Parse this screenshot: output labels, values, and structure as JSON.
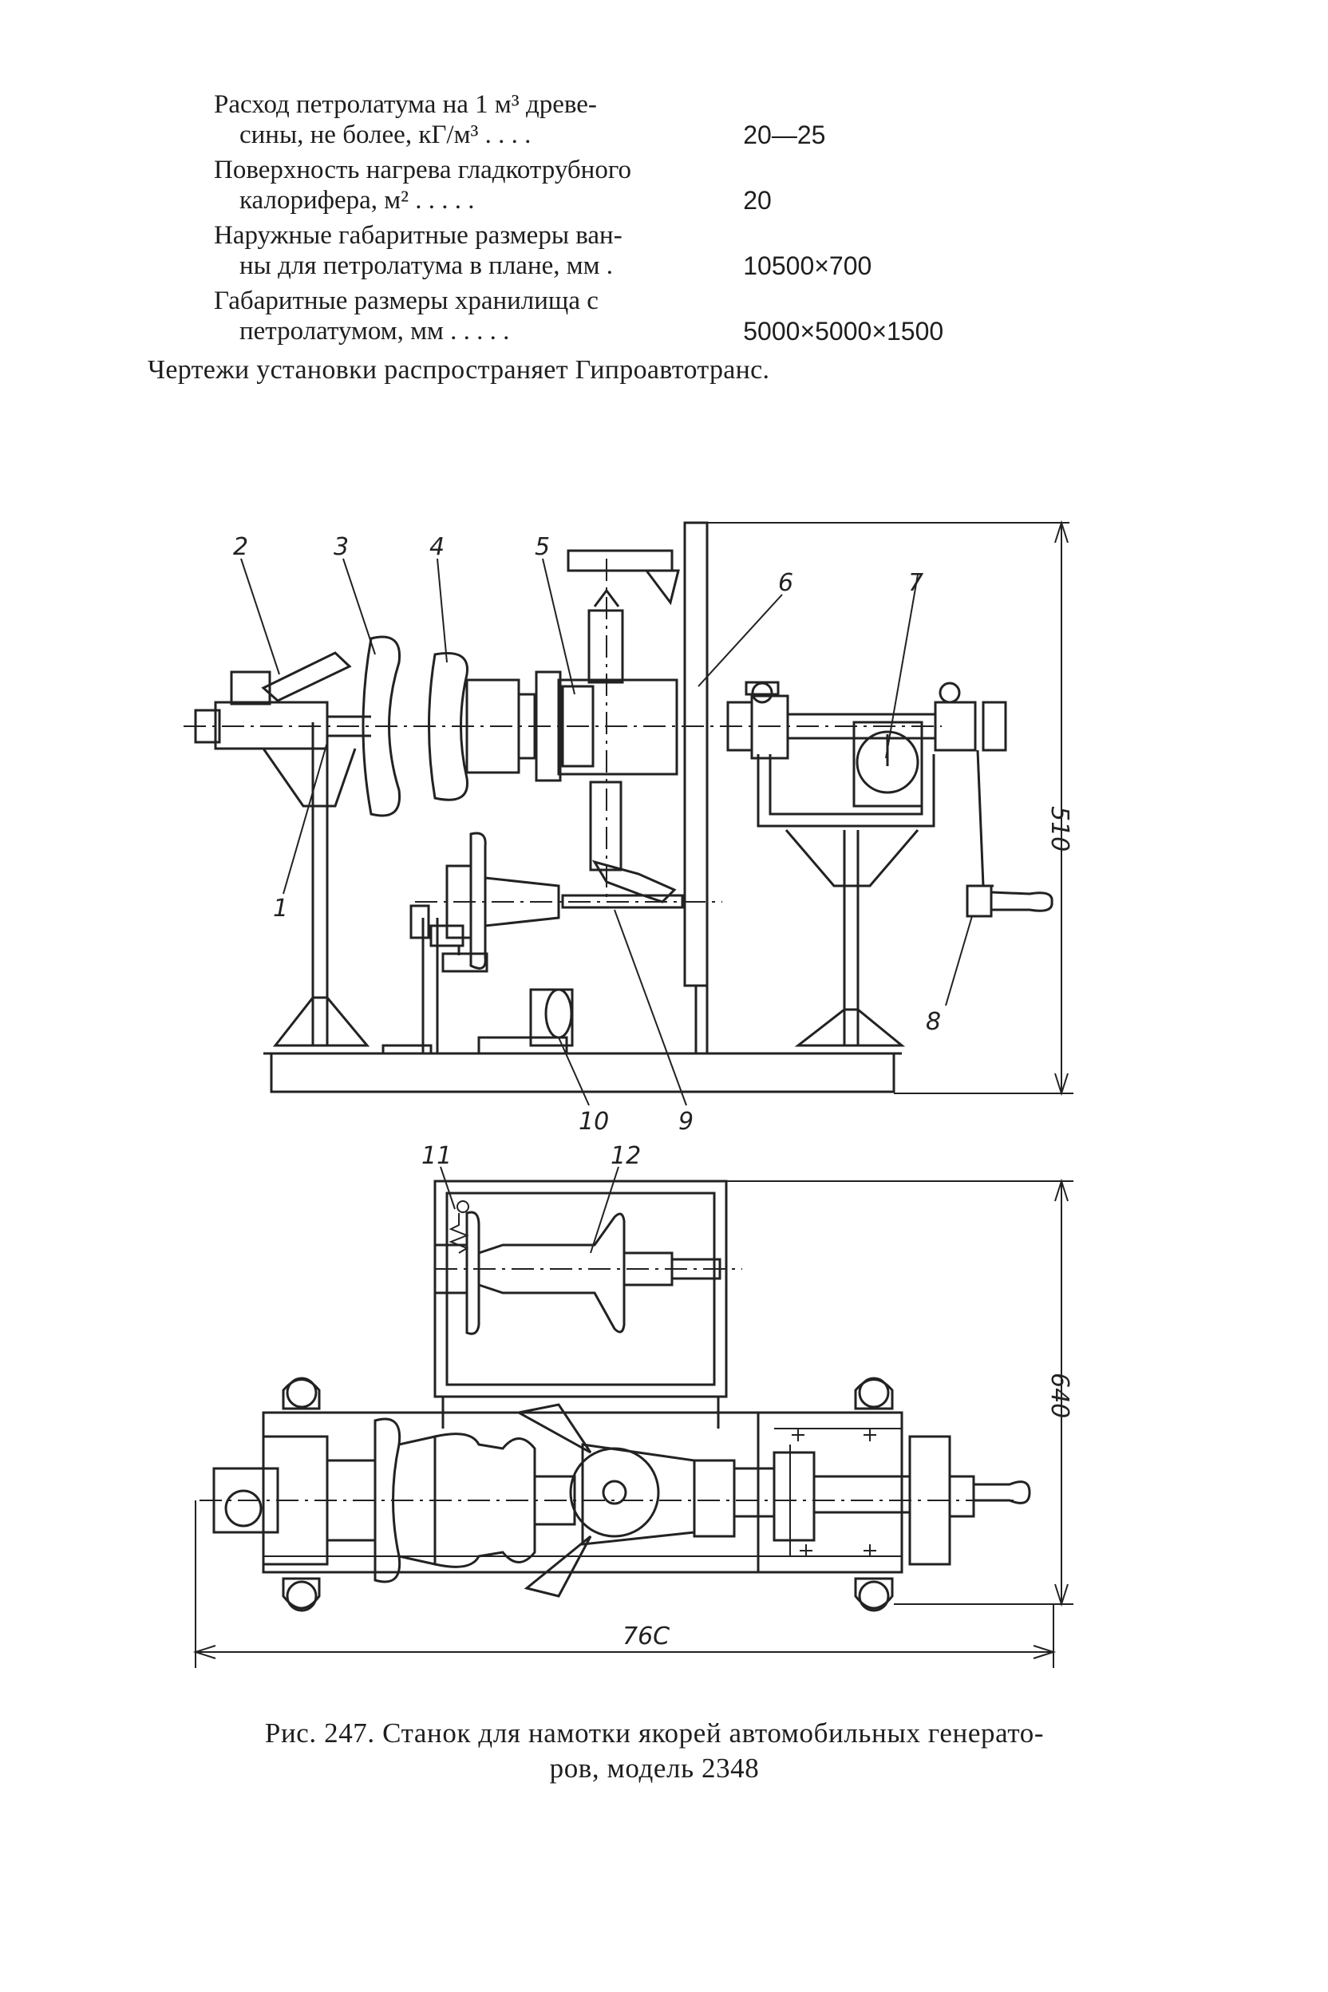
{
  "specs": [
    {
      "label_line1": "Расход петролатума на 1 м³ древе-",
      "label_line2": "сины, не более, кГ/м³ . . . .",
      "value": "20—25"
    },
    {
      "label_line1": "Поверхность нагрева гладкотрубного",
      "label_line2": "калорифера, м² . . . . .",
      "value": "20"
    },
    {
      "label_line1": "Наружные габаритные размеры ван-",
      "label_line2": "ны для петролатума в плане, мм .",
      "value": "10500×700"
    },
    {
      "label_line1": "Габаритные размеры хранилища с",
      "label_line2": "петролатумом, мм . . . . .",
      "value": "5000×5000×1500"
    }
  ],
  "note": "Чертежи установки распространяет Гипроавтотранс.",
  "figure": {
    "callouts": [
      "1",
      "2",
      "3",
      "4",
      "5",
      "6",
      "7",
      "8",
      "9",
      "10",
      "11",
      "12"
    ],
    "dimensions": {
      "height_side": "510",
      "height_top": "640",
      "width_top": "76C"
    }
  },
  "caption": {
    "line1": "Рис. 247. Станок для намотки якорей автомобильных генерато-",
    "line2": "ров, модель 2348"
  },
  "colors": {
    "ink": "#1e1e1e",
    "paper": "#ffffff"
  }
}
